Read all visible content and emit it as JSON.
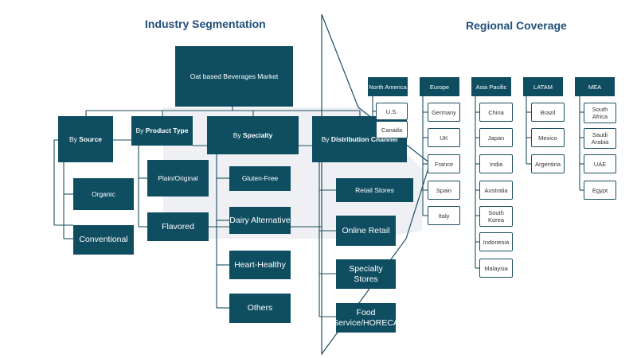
{
  "titles": {
    "left": "Industry Segmentation",
    "right": "Regional Coverage"
  },
  "root": "Oat based Beverages  Market",
  "segments": {
    "source": {
      "prefix": "By ",
      "label": "Source",
      "items": [
        "Organic",
        "Conventional"
      ]
    },
    "product_type": {
      "prefix": "By ",
      "label": "Product Type",
      "items": [
        "Plain/Original",
        "Flavored"
      ]
    },
    "specialty": {
      "prefix": "By ",
      "label": "Specialty",
      "items": [
        "Gluten-Free",
        "Dairy Alternative",
        "Heart-Healthy",
        "Others"
      ]
    },
    "distribution": {
      "prefix": "By ",
      "label": "Distribution Channel",
      "items": [
        "Retail Stores",
        "Online Retail",
        "Specialty Stores",
        "Food Service/HORECA"
      ]
    }
  },
  "regions": [
    {
      "name": "North America",
      "countries": [
        "U.S.",
        "Canada"
      ]
    },
    {
      "name": "Europe",
      "countries": [
        "Germany",
        "UK",
        "France",
        "Spain",
        "Italy"
      ]
    },
    {
      "name": "Asia Pacific",
      "countries": [
        "China",
        "Japan",
        "India",
        "Australia",
        "South Korea",
        "Indonesia",
        "Malaysia"
      ]
    },
    {
      "name": "LATAM",
      "countries": [
        "Brazil",
        "Mexico",
        "Argentina"
      ]
    },
    {
      "name": "MEA",
      "countries": [
        "South Africa",
        "Saudi Arabia",
        "UAE",
        "Egypt"
      ]
    }
  ],
  "colors": {
    "dark_box": "#0f4d61",
    "title": "#1f4e79",
    "band": "#eef0f3"
  }
}
